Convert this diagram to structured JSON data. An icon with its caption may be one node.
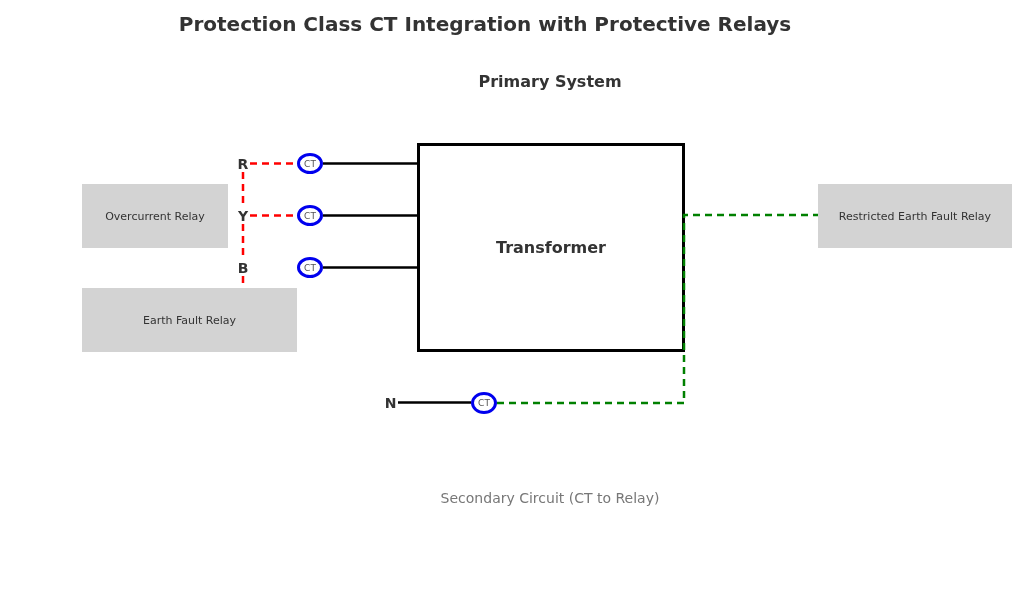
{
  "diagram": {
    "title": "Protection Class CT Integration with Protective Relays",
    "nodes": [
      {
        "text": [
          "Transformer"
        ]
      },
      {
        "text": [
          "Overcurrent Relay"
        ]
      },
      {
        "text": [
          "Earth Fault Relay"
        ]
      },
      {
        "text": [
          "Restricted Earth Fault Relay"
        ]
      },
      {
        "text": [
          "R"
        ]
      },
      {
        "text": [
          "Y"
        ]
      },
      {
        "text": [
          "B"
        ]
      },
      {
        "text": [
          "N"
        ]
      },
      {
        "text": [
          "CT"
        ]
      },
      {
        "text": [
          "CT"
        ]
      },
      {
        "text": [
          "CT"
        ]
      },
      {
        "text": [
          "CT"
        ]
      }
    ],
    "edges": [
      {
        "from": 8,
        "to": 0,
        "arrow": "none",
        "color": "#000000"
      },
      {
        "from": 9,
        "to": 0,
        "arrow": "none",
        "color": "#000000"
      },
      {
        "from": 10,
        "to": 0,
        "arrow": "none",
        "color": "#000000"
      },
      {
        "from": 7,
        "to": 11,
        "arrow": "none",
        "color": "#000000"
      },
      {
        "from": 4,
        "to": 8,
        "arrow": "none",
        "style": "dashed",
        "color": "#ff0000"
      },
      {
        "from": 5,
        "to": 9,
        "arrow": "none",
        "style": "dashed",
        "color": "#ff0000"
      },
      {
        "from": 4,
        "to": 5,
        "arrow": "none",
        "style": "dashed",
        "color": "#ff0000"
      },
      {
        "from": 5,
        "to": 6,
        "arrow": "none",
        "style": "dashed",
        "color": "#ff0000"
      },
      {
        "from": 6,
        "to": 2,
        "arrow": "none",
        "style": "dashed",
        "color": "#ff0000"
      },
      {
        "from": 11,
        "to": 3,
        "arrow": "none",
        "style": "dashed",
        "color": "#008000"
      }
    ],
    "labels": [
      "Primary System",
      "Secondary Circuit (CT to Relay)"
    ]
  }
}
